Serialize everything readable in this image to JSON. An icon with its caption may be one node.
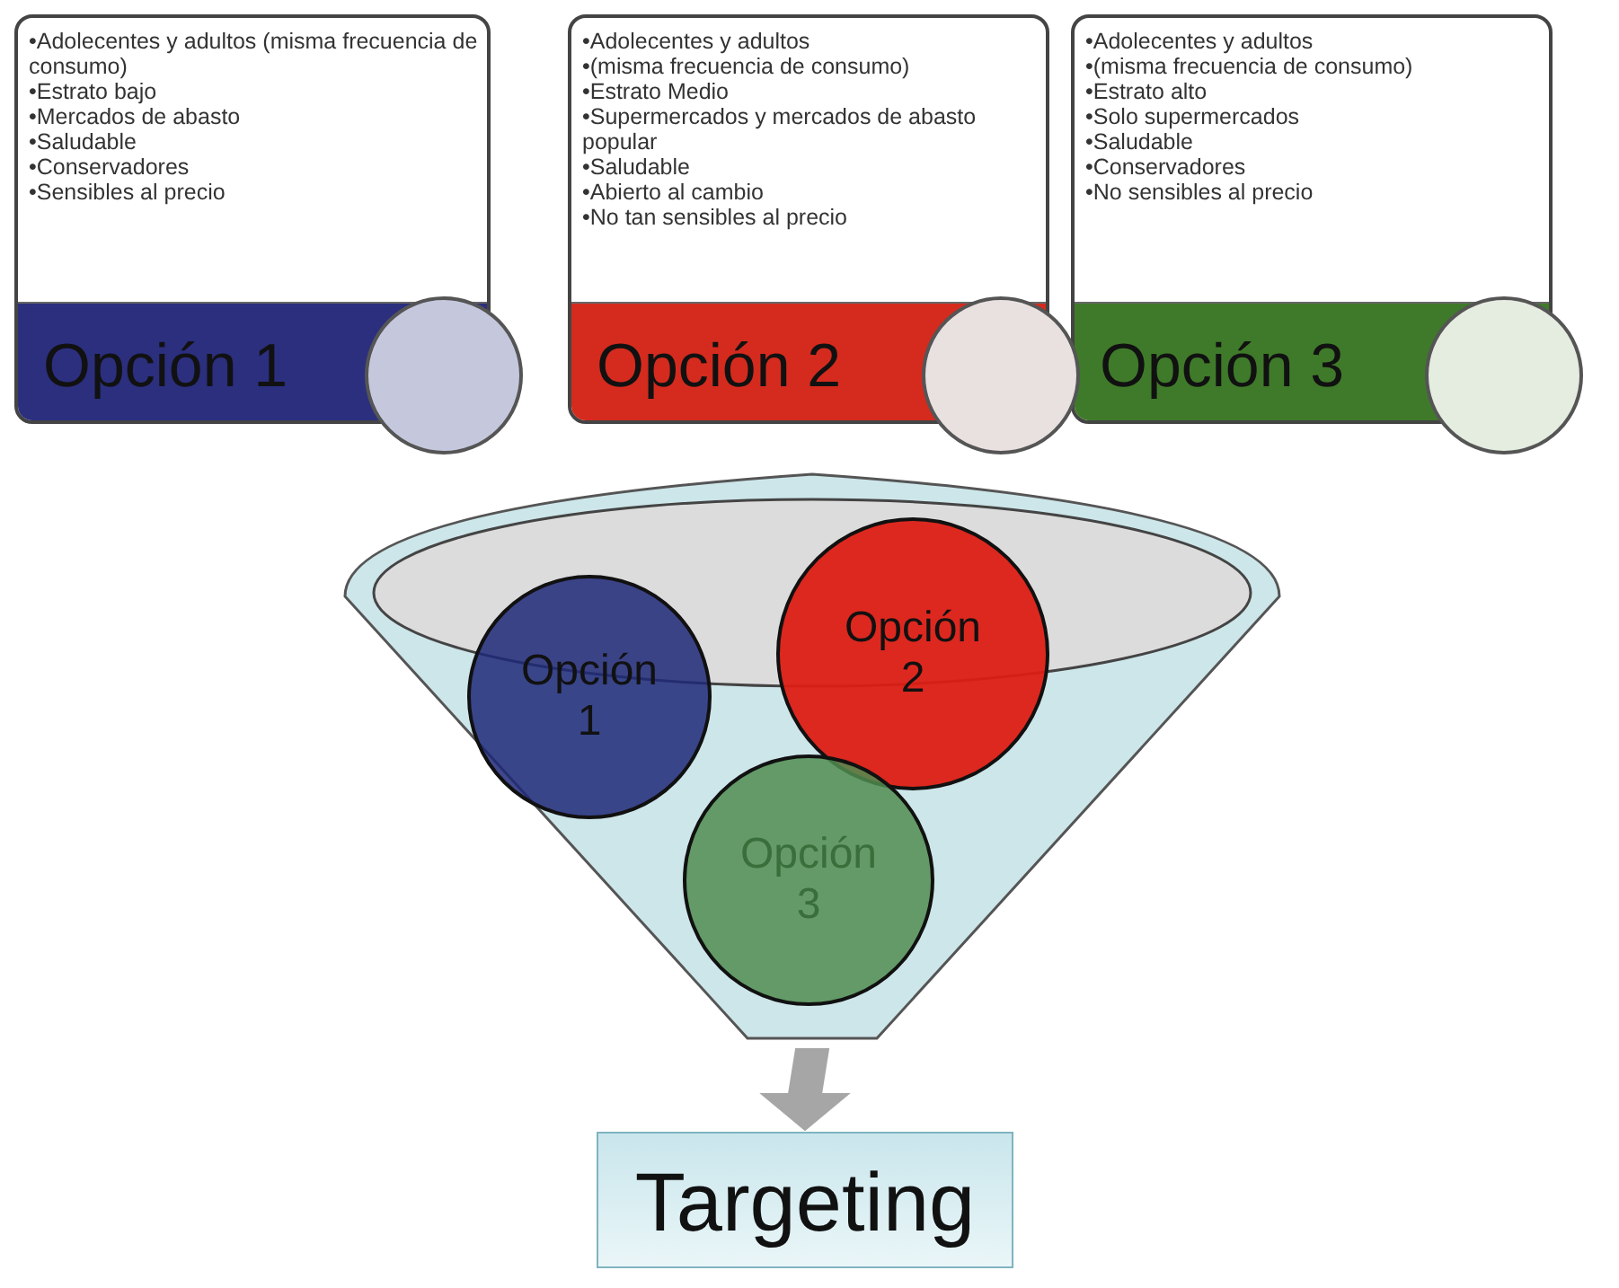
{
  "diagram": {
    "nodes": [
      {
        "text": [
          "•Adolecentes y adultos (misma frecuencia de consumo)",
          "•Estrato bajo",
          "•Mercados de abasto",
          "•Saludable",
          "•Conservadores",
          "•Sensibles al precio",
          "Opción 1"
        ]
      },
      {
        "text": [],
        "shape": "circle"
      },
      {
        "text": [
          "•Adolecentes y adultos",
          "•(misma frecuencia de consumo)",
          "•Estrato Medio",
          "•Supermercados y mercados de abasto popular",
          "•Saludable",
          "•Abierto al cambio",
          "•No tan sensibles al precio",
          "Opción 2"
        ]
      },
      {
        "text": [],
        "shape": "circle"
      },
      {
        "text": [
          "•Adolecentes y adultos",
          "•(misma frecuencia de consumo)",
          "•Estrato alto",
          "•Solo supermercados",
          "•Saludable",
          "•Conservadores",
          "•No sensibles al precio",
          "Opción 3"
        ]
      },
      {
        "text": [],
        "shape": "circle"
      },
      {
        "text": [],
        "shape": "funnel"
      },
      {
        "text": [
          "Opción 1"
        ],
        "in": 6
      },
      {
        "text": [
          "Opción 2"
        ],
        "in": 6
      },
      {
        "text": [
          "Opción 3"
        ],
        "in": 6
      },
      {
        "text": [
          "Targeting"
        ]
      }
    ],
    "edges": [
      {
        "from": 6,
        "to": 10,
        "arrow": "to"
      }
    ]
  }
}
